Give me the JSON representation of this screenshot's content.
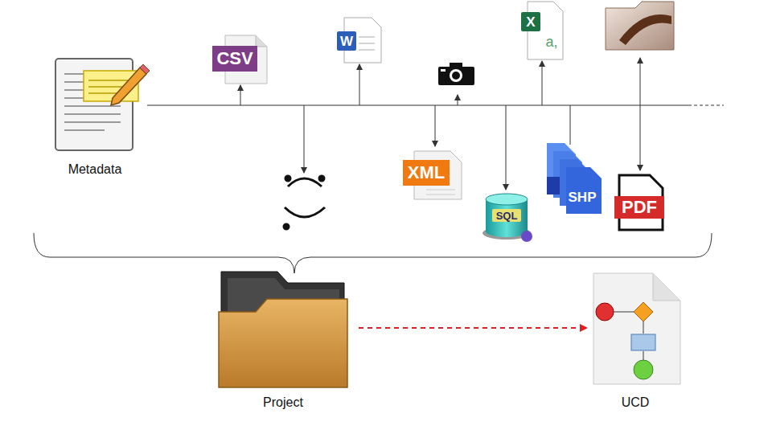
{
  "diagram": {
    "nodes": [
      {
        "text": [
          "Metadata"
        ]
      },
      {
        "text": [
          "Project"
        ]
      },
      {
        "text": [
          "UCD"
        ]
      }
    ],
    "edges": [
      {
        "from": 1,
        "to": 2,
        "arrow": "to"
      }
    ],
    "labels": [
      "CSV",
      "W",
      "XML",
      "X",
      "a,",
      "SQL",
      "SHP",
      "PDF"
    ]
  }
}
